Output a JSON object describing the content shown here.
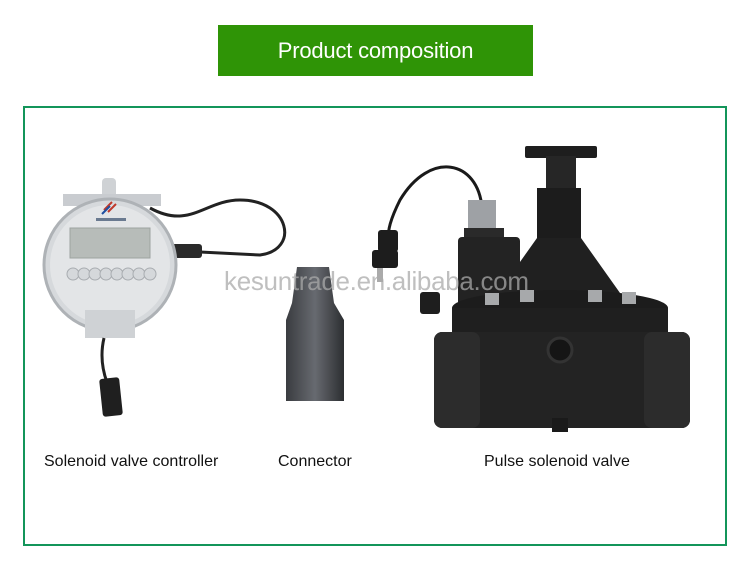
{
  "header": {
    "title": "Product composition"
  },
  "products": [
    {
      "label": "Solenoid valve controller",
      "icon": "solenoid-valve-controller-image"
    },
    {
      "label": "Connector",
      "icon": "connector-image"
    },
    {
      "label": "Pulse solenoid valve",
      "icon": "pulse-solenoid-valve-image"
    }
  ],
  "watermark": "kesuntrade.en.alibaba.com",
  "colors": {
    "banner": "#2f9406",
    "frame": "#13955a",
    "product_body": "#1e1e1e",
    "controller_body": "#d9dcdf"
  }
}
